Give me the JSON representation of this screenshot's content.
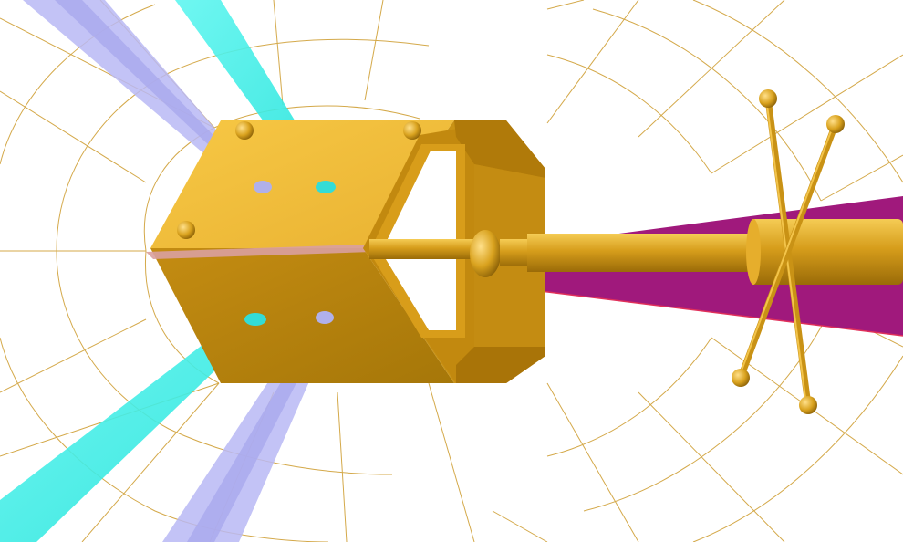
{
  "scene": {
    "background": "#ffffff",
    "colors": {
      "grid": "#d4a94a",
      "gold_light": "#f2bf3c",
      "gold_mid": "#d9a21e",
      "gold_dark": "#b8830f",
      "gold_shadow": "#8f6408",
      "beam_cyan": "#3df2ec",
      "beam_lavender": "#b8b8f5",
      "beam_magenta": "#a0197c",
      "edge_highlight": "#d9a0a0"
    },
    "objects": [
      "spherical-wireframe-grid",
      "magenta-beam",
      "lavender-beams",
      "cyan-beams",
      "gold-cube-block",
      "gold-frame-collar",
      "gold-rod-shaft",
      "gold-crossed-rods"
    ]
  }
}
